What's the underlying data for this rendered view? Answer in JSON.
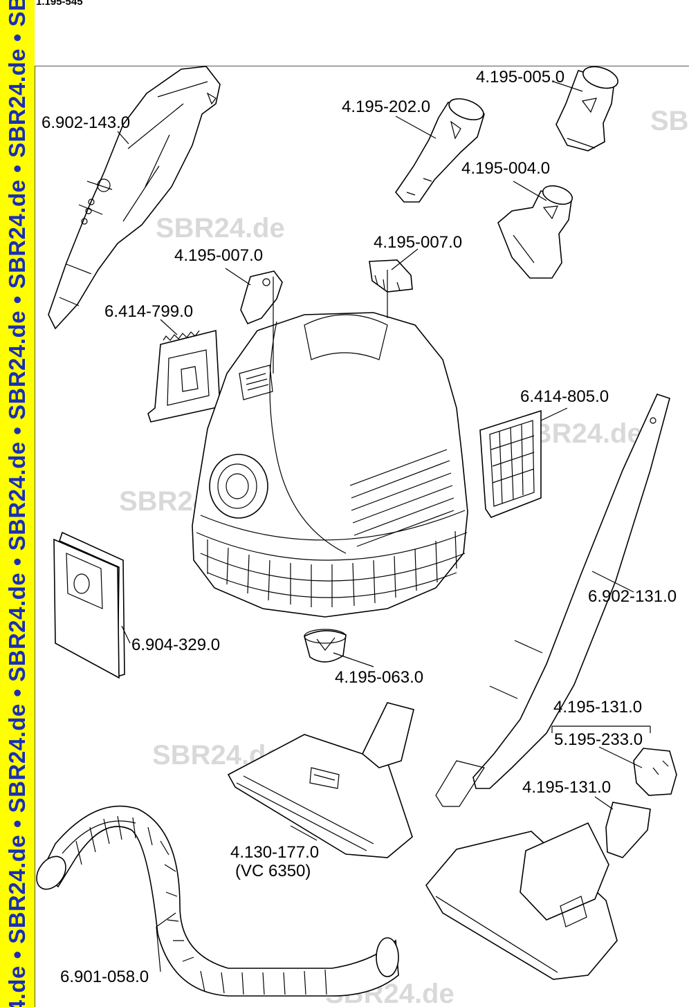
{
  "header": {
    "document_id": "1.195-545"
  },
  "side_band": {
    "text": "R24.de • SBR24.de • SBR24.de • SBR24.de • SBR24.de • SBR24.de • SBR24.de • SBR24.de • SBR2",
    "color": "#1a2eb8",
    "background": "#ffff00"
  },
  "watermark": {
    "text": "SBR24.de",
    "color": "#d9d9d9"
  },
  "parts": [
    {
      "label": "6.902-143.0"
    },
    {
      "label": "4.195-202.0"
    },
    {
      "label": "4.195-005.0"
    },
    {
      "label": "4.195-004.0"
    },
    {
      "label": "4.195-007.0"
    },
    {
      "label": "4.195-007.0"
    },
    {
      "label": "6.414-799.0"
    },
    {
      "label": "6.414-805.0"
    },
    {
      "label": "6.902-131.0"
    },
    {
      "label": "6.904-329.0"
    },
    {
      "label": "4.195-063.0"
    },
    {
      "label": "4.195-131.0"
    },
    {
      "label": "5.195-233.0"
    },
    {
      "label": "4.195-131.0"
    },
    {
      "label": "4.130-177.0"
    },
    {
      "label": "(VC 6350)"
    },
    {
      "label": "6.901-058.0"
    }
  ]
}
